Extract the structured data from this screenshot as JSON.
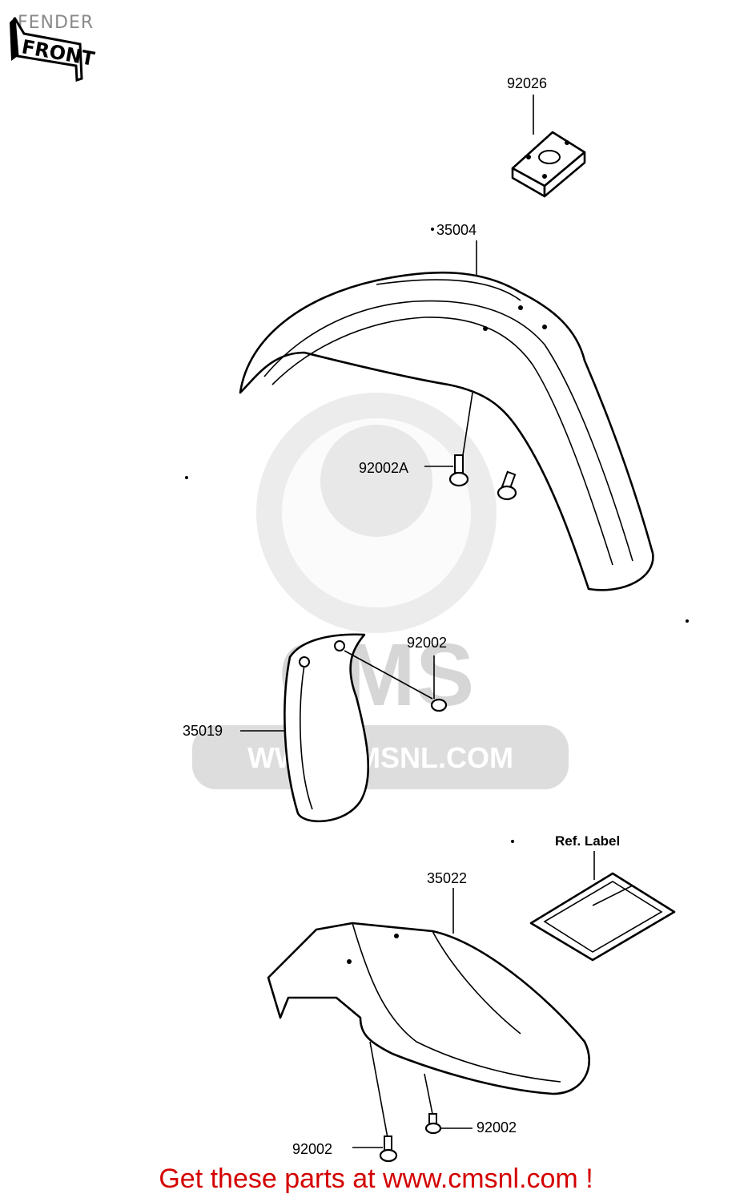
{
  "title": "FENDER",
  "front_marker": "FRONT",
  "parts": {
    "p92026": "92026",
    "p35004": "35004",
    "p92002A": "92002A",
    "p92002_guard": "92002",
    "p35019": "35019",
    "p35022": "35022",
    "ref_label": "Ref. Label",
    "p92002_rear": "92002",
    "p92002_rear_left": "92002"
  },
  "watermark": {
    "brand": "CMS",
    "url": "WWW.CMSNL.COM"
  },
  "footer": "Get these parts at www.cmsnl.com !",
  "colors": {
    "footer_text": "#d40000",
    "watermark": "#dcdcdc",
    "line": "#000000"
  }
}
